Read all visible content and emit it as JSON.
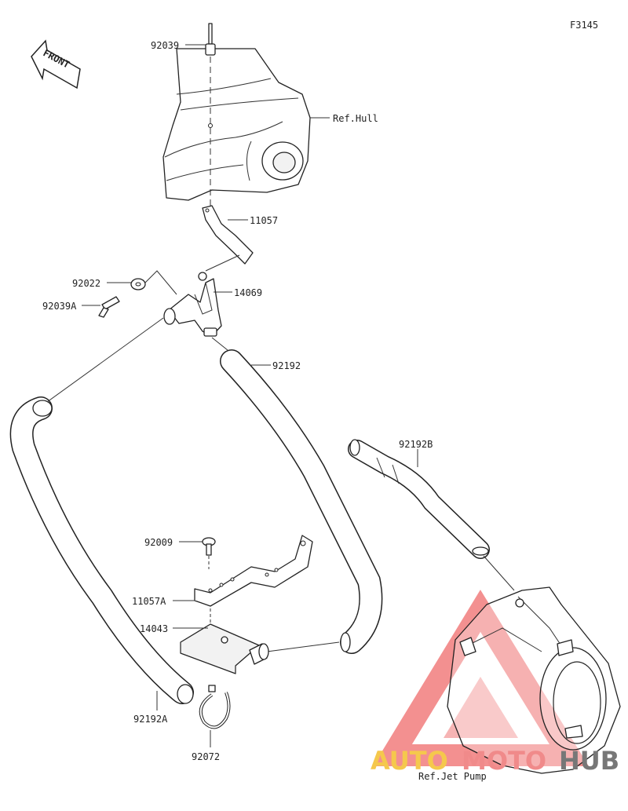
{
  "figure_code": "F3145",
  "front_label": "FRONT",
  "ref_hull": "Ref.Hull",
  "ref_jet_pump": "Ref.Jet Pump",
  "parts": {
    "p92039": "92039",
    "p11057": "11057",
    "p92022": "92022",
    "p92039A": "92039A",
    "p14069": "14069",
    "p92192": "92192",
    "p92192B": "92192B",
    "p92009": "92009",
    "p11057A": "11057A",
    "p14043": "14043",
    "p92192A": "92192A",
    "p92072": "92072"
  },
  "watermark": {
    "auto": "AUTO",
    "moto": "MOTO",
    "hub": "HUB"
  },
  "colors": {
    "watermark_yellow": "#f5c84c",
    "watermark_red": "#f08a8a",
    "watermark_gray": "#777777"
  }
}
